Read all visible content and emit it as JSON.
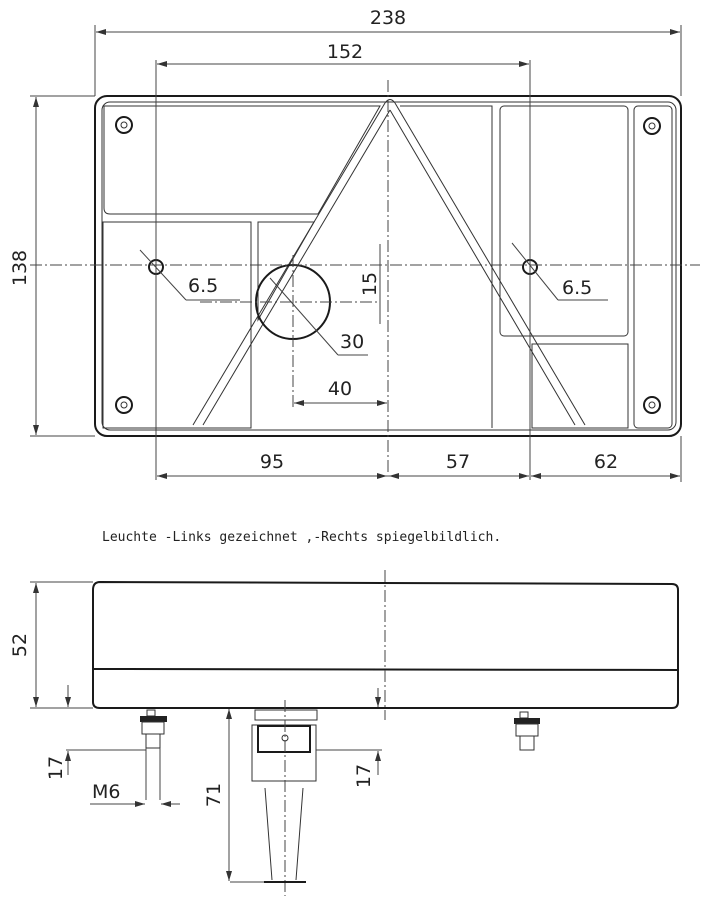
{
  "drawing": {
    "title_note": "Leuchte -Links gezeichnet ,-Rechts spiegelbildlich.",
    "front_view": {
      "overall_width": "238",
      "mount_spacing": "152",
      "overall_height": "138",
      "left_hole_dia": "6.5",
      "right_hole_dia": "6.5",
      "cable_hole_dia": "30",
      "cable_offset_vertical": "15",
      "cable_offset_horizontal": "40",
      "bottom_dim_left": "95",
      "bottom_dim_middle": "57",
      "bottom_dim_right": "62"
    },
    "side_view": {
      "depth": "52",
      "stud_length": "17",
      "thread": "M6",
      "connector_length": "71",
      "connector_offset": "17"
    }
  }
}
